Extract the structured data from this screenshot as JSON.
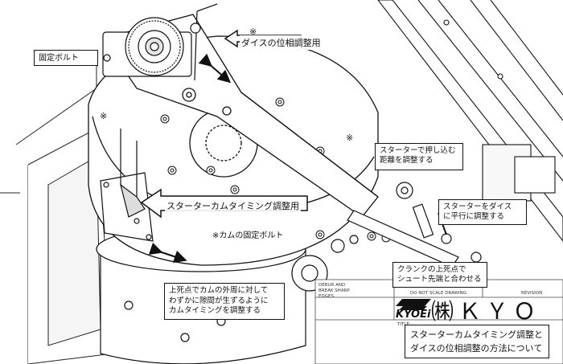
{
  "labels": {
    "fixed_bolt": "固定ボルト",
    "phase_adjust": "ダイスの位相調整用",
    "starter_cam_timing": "スターターカムタイミング調整用",
    "cam_fixed_bolt": "※カムの固定ボルト",
    "push_distance": [
      "スターターで押し込む",
      "距離を調整する"
    ],
    "parallel_dice": [
      "スターターをダイス",
      "に平行に調整する"
    ],
    "crank_top": [
      "クランクの上死点で",
      "シュート先端と合わせる"
    ],
    "cam_gap": [
      "上死点でカムの外周に対して",
      "わずかに隙間が生ずるように",
      "カムタイミングを調整する"
    ],
    "asterisk": "※"
  },
  "title_block": {
    "deburr": "DEBUR AND",
    "break_sharp": "BREAK SHARP",
    "edges": "EDGES",
    "do_not_scale": "DO NOT SCALE DRAWING",
    "revision": "REVISION",
    "title_prefix": "TITLE:",
    "logo_text": "KYOEi",
    "company_name": "㈱ＫＹＯＥＩ"
  },
  "title_box": {
    "line1": "スターターカムタイミング調整と",
    "line2": "ダイスの位相調整の方法について"
  }
}
